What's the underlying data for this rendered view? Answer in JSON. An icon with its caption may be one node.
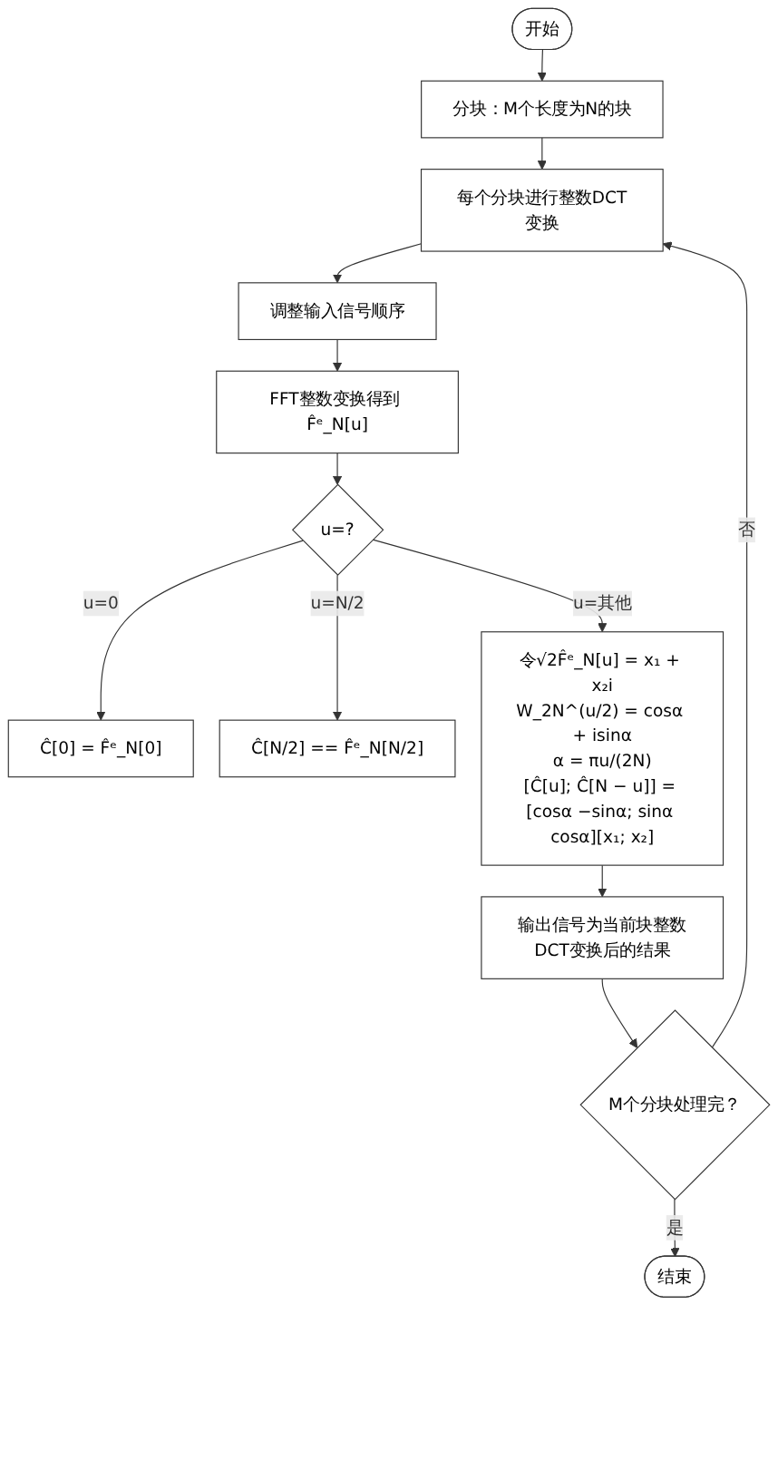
{
  "diagram": {
    "nodes": [
      {
        "text": [
          "开始"
        ]
      },
      {
        "text": [
          "分块：M个长度为N的块"
        ]
      },
      {
        "text": [
          "每个分块进行整数DCT变换"
        ]
      },
      {
        "text": [
          "调整输入信号顺序"
        ]
      },
      {
        "text": [
          "FFT整数变换得到 F̂ᵉ_N[u]"
        ]
      },
      {
        "text": [
          "u=?"
        ]
      },
      {
        "text": [
          "Ĉ[0] = F̂ᵉ_N[0]"
        ]
      },
      {
        "text": [
          "Ĉ[N/2] == F̂ᵉ_N[N/2]"
        ]
      },
      {
        "text": [
          "令√2F̂ᵉ_N[u] = x₁ + x₂i",
          "W_2N^(u/2) = cosα + isinα",
          "α = πu/(2N)",
          "[Ĉ[u]; Ĉ[N − u]] = [cosα −sinα; sinα cosα][x₁; x₂]"
        ]
      },
      {
        "text": [
          "输出信号为当前块整数DCT变换后的结果"
        ]
      },
      {
        "text": [
          "M个分块处理完？"
        ]
      },
      {
        "text": [
          "结束"
        ]
      }
    ],
    "edges": [
      {
        "from": 0,
        "to": 1,
        "arrow": "to"
      },
      {
        "from": 1,
        "to": 2,
        "arrow": "to"
      },
      {
        "from": 2,
        "to": 3,
        "arrow": "to"
      },
      {
        "from": 3,
        "to": 4,
        "arrow": "to"
      },
      {
        "from": 4,
        "to": 5,
        "arrow": "to"
      },
      {
        "from": 5,
        "to": 6,
        "arrow": "to",
        "label": "u=0"
      },
      {
        "from": 5,
        "to": 7,
        "arrow": "to",
        "label": "u=N/2"
      },
      {
        "from": 5,
        "to": 8,
        "arrow": "to",
        "label": "u=其他"
      },
      {
        "from": 8,
        "to": 9,
        "arrow": "to"
      },
      {
        "from": 9,
        "to": 10,
        "arrow": "to"
      },
      {
        "from": 10,
        "to": 11,
        "arrow": "to",
        "label": "是"
      },
      {
        "from": 10,
        "to": 2,
        "arrow": "to",
        "label": "否"
      }
    ]
  }
}
